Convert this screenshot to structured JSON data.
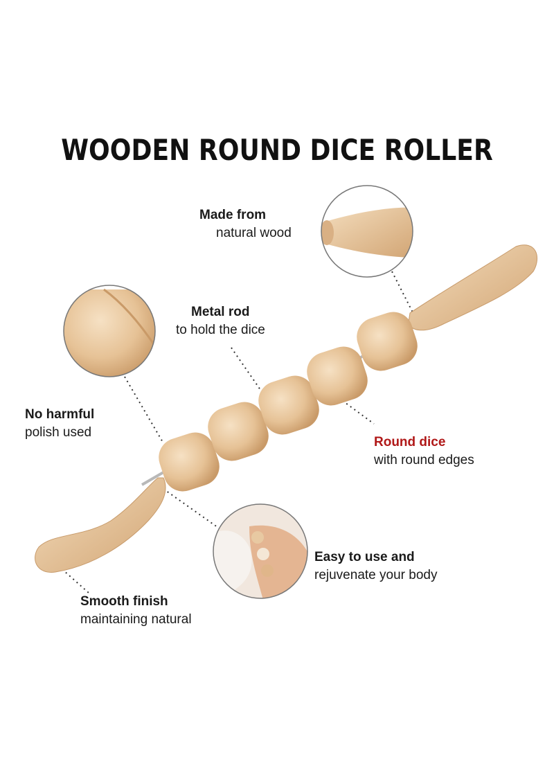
{
  "title": "WOODEN ROUND DICE ROLLER",
  "callouts": {
    "natural_wood": {
      "head": "Made from",
      "sub": "natural wood"
    },
    "metal_rod": {
      "head": "Metal rod",
      "sub": "to hold the dice"
    },
    "no_polish": {
      "head": "No harmful",
      "sub": "polish used"
    },
    "round_dice": {
      "head": "Round dice",
      "sub": "with round edges"
    },
    "easy_use": {
      "head": "Easy to use and",
      "sub": "rejuvenate your body"
    },
    "smooth": {
      "head": "Smooth finish",
      "sub": "maintaining natural"
    }
  },
  "colors": {
    "wood": "#e9c9a0",
    "wood_dark": "#c99a68",
    "accent_red": "#b01818"
  }
}
